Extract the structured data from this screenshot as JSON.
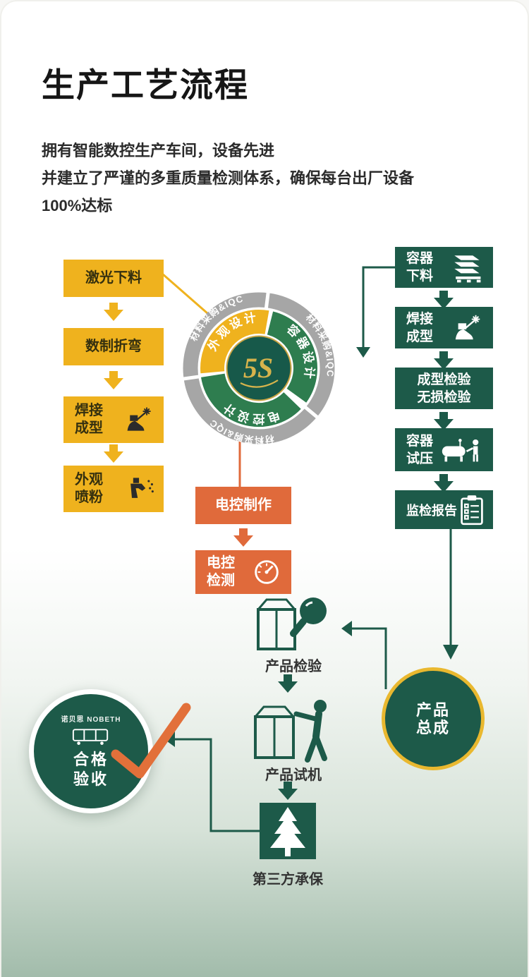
{
  "header": {
    "title": "生产工艺流程",
    "subtitle_lines": [
      "拥有智能数控生产车间，设备先进",
      "并建立了严谨的多重质量检测体系，确保每台出厂设备",
      "100%达标"
    ]
  },
  "left_flow": {
    "steps": [
      {
        "label": "激光下料"
      },
      {
        "label": "数制折弯"
      },
      {
        "label": "焊接\n成型",
        "icon": "welder-icon"
      },
      {
        "label": "外观\n喷粉",
        "icon": "spray-gun-icon"
      }
    ]
  },
  "design_wheel": {
    "center_label": "5S",
    "ring_label": "材料采购&IQC",
    "segments": [
      {
        "label": "外观设计",
        "color": "#EFB21E"
      },
      {
        "label": "容器设计",
        "color": "#2E7D4F"
      },
      {
        "label": "电控设计",
        "color": "#2E7D4F"
      }
    ]
  },
  "electric_flow": {
    "steps": [
      {
        "label": "电控制作"
      },
      {
        "label": "电控\n检测",
        "icon": "dial-icon"
      }
    ]
  },
  "vessel_flow": {
    "steps": [
      {
        "label": "容器\n下料",
        "icon": "plates-icon"
      },
      {
        "label": "焊接\n成型",
        "icon": "welder-icon"
      },
      {
        "label": "成型检验\n无损检验"
      },
      {
        "label": "容器\n试压",
        "icon": "pressure-test-icon"
      },
      {
        "label": "监检报告",
        "icon": "report-icon"
      }
    ]
  },
  "final_flow": {
    "inspection_label": "产品检验",
    "trial_label": "产品试机",
    "insurance_label": "第三方承保",
    "assembly_label": "产品\n总成",
    "acceptance_label": "合格\n验收",
    "brand": "诺贝思 NOBETH"
  },
  "colors": {
    "yellow": "#EFB21E",
    "orange": "#E06A3B",
    "dark_green": "#1D5A49",
    "segment_green": "#2E7D4F",
    "ring_gray": "#A6A6A6",
    "gold": "#D7B34C",
    "check_orange": "#E2703A"
  }
}
